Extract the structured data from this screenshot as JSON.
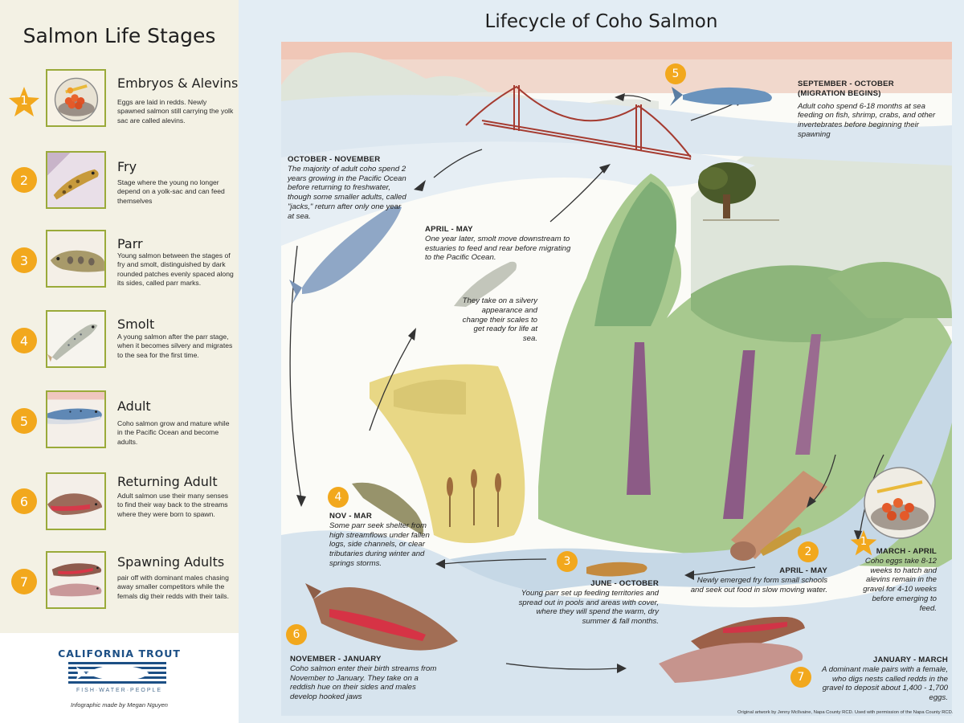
{
  "left": {
    "title": "Salmon Life Stages",
    "stages": [
      {
        "num": "1",
        "name": "Embryos & Alevins",
        "desc": "Eggs are laid in redds. Newly spawned salmon still carrying the yolk sac are called alevins."
      },
      {
        "num": "2",
        "name": "Fry",
        "desc": "Stage where the young no longer depend on a yolk-sac and can feed themselves"
      },
      {
        "num": "3",
        "name": "Parr",
        "desc": "Young salmon between the stages of fry and smolt, distinguished by dark rounded patches evenly spaced along its sides, called parr marks."
      },
      {
        "num": "4",
        "name": "Smolt",
        "desc": "A young salmon after the parr stage, when it becomes silvery and migrates to the sea for the first time."
      },
      {
        "num": "5",
        "name": "Adult",
        "desc": "Coho salmon grow and mature while in the Pacific Ocean and become adults."
      },
      {
        "num": "6",
        "name": "Returning Adult",
        "desc": "Adult salmon use their many senses to find their way back to the streams where they were born to spawn."
      },
      {
        "num": "7",
        "name": "Spawning Adults",
        "desc": "pair off with dominant males chasing away smaller competitors while the femals dig their redds with their tails."
      }
    ],
    "logo": {
      "name": "CALIFORNIA TROUT",
      "tagline": "FISH·WATER·PEOPLE",
      "credit": "Infographic made by Megan Nguyen"
    }
  },
  "main": {
    "title": "Lifecycle of Coho Salmon",
    "captions": {
      "sep_oct": {
        "num": "5",
        "heading": "SEPTEMBER - OCTOBER (MIGRATION BEGINS)",
        "text": "Adult coho spend 6-18 months at sea feeding on fish, shrimp, crabs, and other invertebrates before beginning their spawning"
      },
      "oct_nov": {
        "heading": "OCTOBER - NOVEMBER",
        "text": "The majority of adult coho spend 2 years growing in the Pacific Ocean before returning to freshwater, though some smaller adults, called \"jacks,\" return after only one year at sea."
      },
      "apr_may_smolt": {
        "heading": "APRIL - MAY",
        "text": "One year later, smolt move downstream to estuaries to feed and rear before migrating to the Pacific Ocean.",
        "text2": "They take on a silvery appearance and change their scales to get ready for life at sea."
      },
      "nov_mar": {
        "num": "4",
        "heading": "NOV - MAR",
        "text": "Some parr seek shelter from high streamflows under fallen logs, side channels, or clear tributaries during winter and springs storms."
      },
      "jun_oct": {
        "num": "3",
        "heading": "JUNE - OCTOBER",
        "text": "Young parr set up feeding territories and spread out in pools and areas with cover, where they will spend the warm, dry summer & fall months."
      },
      "apr_may_fry": {
        "num": "2",
        "heading": "APRIL - MAY",
        "text": "Newly emerged fry form small schools and seek out food in slow moving water."
      },
      "mar_apr": {
        "num": "1",
        "heading": "MARCH - APRIL",
        "text": "Coho eggs take 8-12 weeks to hatch and alevins remain in the gravel for 4-10 weeks before emerging to feed."
      },
      "nov_jan": {
        "num": "6",
        "heading": "NOVEMBER - JANUARY",
        "text": "Coho salmon enter their birth streams from November to January. They take on a reddish hue on their sides and males develop hooked jaws"
      },
      "jan_mar": {
        "num": "7",
        "heading": "JANUARY - MARCH",
        "text": "A dominant male pairs with a female, who digs nests called redds in the gravel to deposit about 1,400 - 1,700 eggs."
      }
    },
    "credit": "Original artwork by Jenny McIlvaine, Napa County RCD.  Used with permission of the Napa County RCD."
  },
  "colors": {
    "badge": "#f2a81d",
    "thumb_border": "#9aaa3a",
    "logo_blue": "#1c4f85",
    "water": "#b9cfe0"
  }
}
